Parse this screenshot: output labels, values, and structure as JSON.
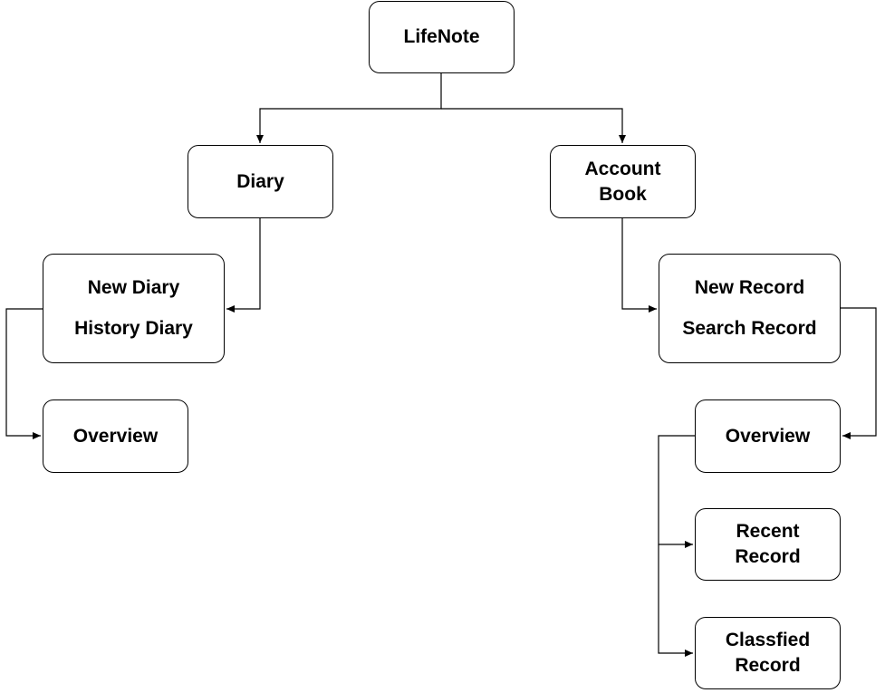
{
  "nodes": {
    "root": "LifeNote",
    "diary": "Diary",
    "account_book": "Account Book",
    "diary_pages": {
      "new": "New Diary",
      "history": "History Diary"
    },
    "diary_overview": "Overview",
    "record_pages": {
      "new": "New Record",
      "search": "Search Record"
    },
    "account_overview": "Overview",
    "recent_record": "Recent Record",
    "classified_record": "Classfied Record"
  },
  "colors": {
    "stroke": "#000000",
    "fill": "#ffffff"
  }
}
